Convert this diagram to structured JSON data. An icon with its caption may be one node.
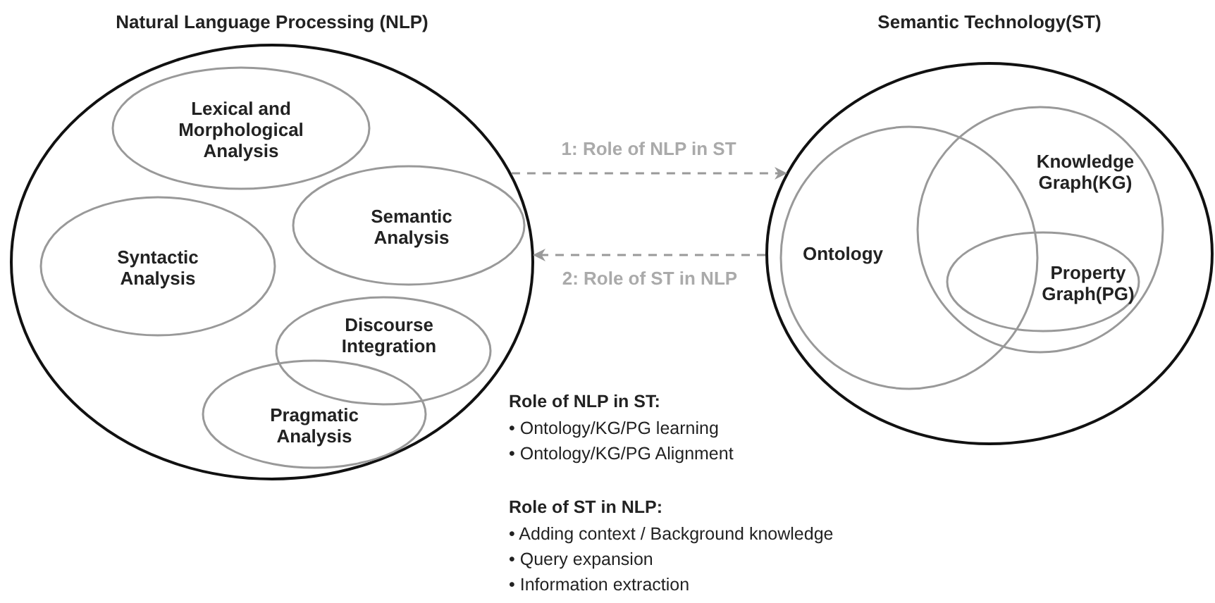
{
  "diagram": {
    "nodes": [
      {
        "text": [
          "Natural Language Processing (NLP)"
        ]
      },
      {
        "text": [
          "Lexical and Morphological Analysis"
        ],
        "in": 0
      },
      {
        "text": [
          "Semantic Analysis"
        ],
        "in": 0
      },
      {
        "text": [
          "Syntactic Analysis"
        ],
        "in": 0
      },
      {
        "text": [
          "Discourse Integration"
        ],
        "in": 0
      },
      {
        "text": [
          "Pragmatic Analysis"
        ],
        "in": 0
      },
      {
        "text": [
          "Semantic Technology(ST)"
        ]
      },
      {
        "text": [
          "Ontology"
        ],
        "in": 6
      },
      {
        "text": [
          "Knowledge Graph(KG)"
        ],
        "in": 6
      },
      {
        "text": [
          "Property Graph(PG)"
        ],
        "in": 8
      }
    ],
    "edges": [
      {
        "from": 0,
        "to": 6,
        "arrow": "to",
        "label": "1: Role of NLP in ST",
        "style": "dashed"
      },
      {
        "from": 6,
        "to": 0,
        "arrow": "to",
        "label": "2: Role of ST in NLP",
        "style": "dashed"
      }
    ],
    "labels": [
      "Role of NLP in ST:",
      "• Ontology/KG/PG learning",
      "• Ontology/KG/PG Alignment",
      "Role of ST in NLP:",
      "• Adding context / Background knowledge",
      "• Query expansion",
      "• Information extraction"
    ]
  }
}
